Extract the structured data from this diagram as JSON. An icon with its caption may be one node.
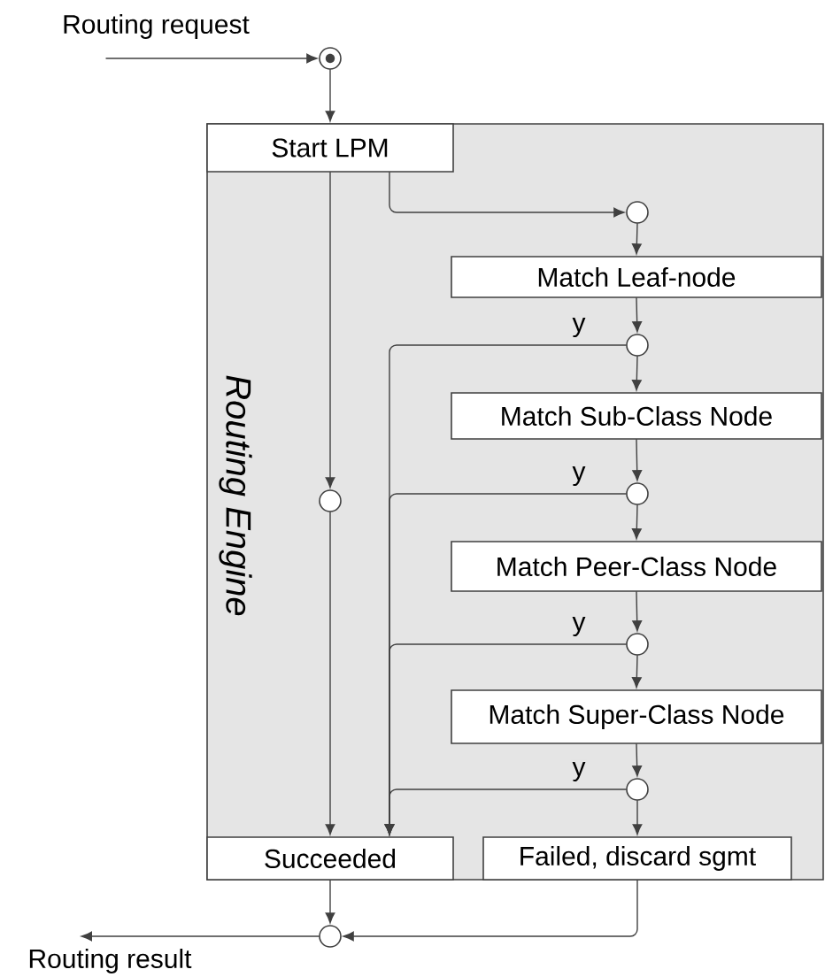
{
  "diagram": {
    "nodes": [
      {
        "text": [
          "Routing Engine"
        ]
      },
      {
        "text": [
          "Start LPM"
        ],
        "in": 0
      },
      {
        "text": [],
        "shape": "circle"
      },
      {
        "text": [],
        "shape": "circle",
        "in": 0
      },
      {
        "text": [
          "Match Leaf-node"
        ],
        "in": 0
      },
      {
        "text": [],
        "shape": "circle",
        "in": 0
      },
      {
        "text": [
          "Match Sub-Class Node"
        ],
        "in": 0
      },
      {
        "text": [],
        "shape": "circle",
        "in": 0
      },
      {
        "text": [
          "Match Peer-Class Node"
        ],
        "in": 0
      },
      {
        "text": [],
        "shape": "circle",
        "in": 0
      },
      {
        "text": [
          "Match Super-Class Node"
        ],
        "in": 0
      },
      {
        "text": [],
        "shape": "circle",
        "in": 0
      },
      {
        "text": [],
        "shape": "circle",
        "in": 0
      },
      {
        "text": [
          "Succeeded"
        ],
        "in": 0
      },
      {
        "text": [
          "Failed, discard sgmt"
        ],
        "in": 0
      },
      {
        "text": [],
        "shape": "circle"
      }
    ],
    "edges": [
      {
        "from": null,
        "to": 2,
        "arrow": "to",
        "label": "Routing request"
      },
      {
        "from": 2,
        "to": 1,
        "arrow": "to"
      },
      {
        "from": 1,
        "to": 3,
        "arrow": "to"
      },
      {
        "from": 3,
        "to": 4,
        "arrow": "to"
      },
      {
        "from": 4,
        "to": 5,
        "arrow": "to"
      },
      {
        "from": 5,
        "to": 13,
        "arrow": "to",
        "label": "y"
      },
      {
        "from": 5,
        "to": 6,
        "arrow": "to"
      },
      {
        "from": 6,
        "to": 7,
        "arrow": "to"
      },
      {
        "from": 7,
        "to": 13,
        "arrow": "to",
        "label": "y"
      },
      {
        "from": 7,
        "to": 8,
        "arrow": "to"
      },
      {
        "from": 8,
        "to": 9,
        "arrow": "to"
      },
      {
        "from": 9,
        "to": 13,
        "arrow": "to",
        "label": "y"
      },
      {
        "from": 9,
        "to": 10,
        "arrow": "to"
      },
      {
        "from": 10,
        "to": 11,
        "arrow": "to"
      },
      {
        "from": 11,
        "to": 13,
        "arrow": "to",
        "label": "y"
      },
      {
        "from": 11,
        "to": 14,
        "arrow": "to"
      },
      {
        "from": 1,
        "to": 12,
        "arrow": "to"
      },
      {
        "from": 12,
        "to": 13,
        "arrow": "to"
      },
      {
        "from": 13,
        "to": 15,
        "arrow": "to"
      },
      {
        "from": 14,
        "to": 15,
        "arrow": "to"
      },
      {
        "from": 15,
        "to": null,
        "arrow": "to",
        "label": "Routing result"
      }
    ]
  }
}
